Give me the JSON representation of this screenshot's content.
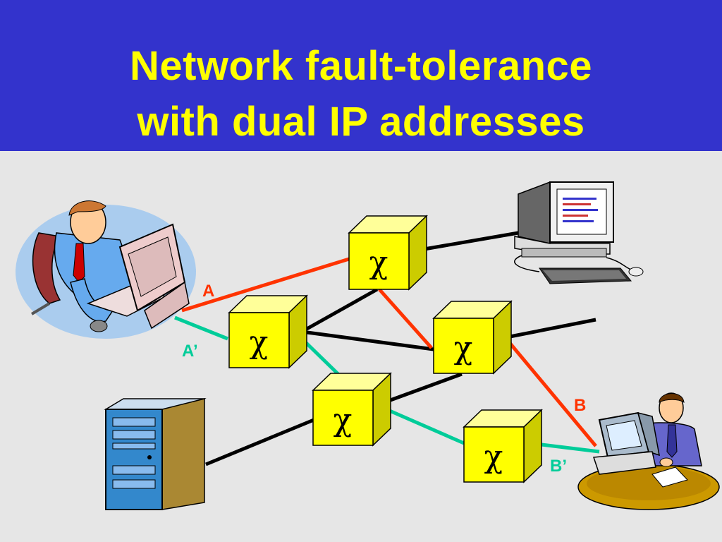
{
  "title": {
    "line1": "Network fault-tolerance",
    "line2": "with dual IP addresses"
  },
  "colors": {
    "header_bg": "#3333cc",
    "title_text": "#ffff00",
    "background": "#e6e6e6",
    "router_face": "#ffff00",
    "path_primary": "#ff3300",
    "path_secondary": "#00cc99",
    "plain_link": "#000000"
  },
  "router_symbol": "χ",
  "labels": {
    "a": "A",
    "a_prime": "A’",
    "b": "B",
    "b_prime": "B’"
  },
  "devices": {
    "left_user": "person-at-workstation-icon",
    "desktop": "desktop-computer-icon",
    "tower": "server-tower-icon",
    "right_user": "person-at-desk-icon"
  }
}
